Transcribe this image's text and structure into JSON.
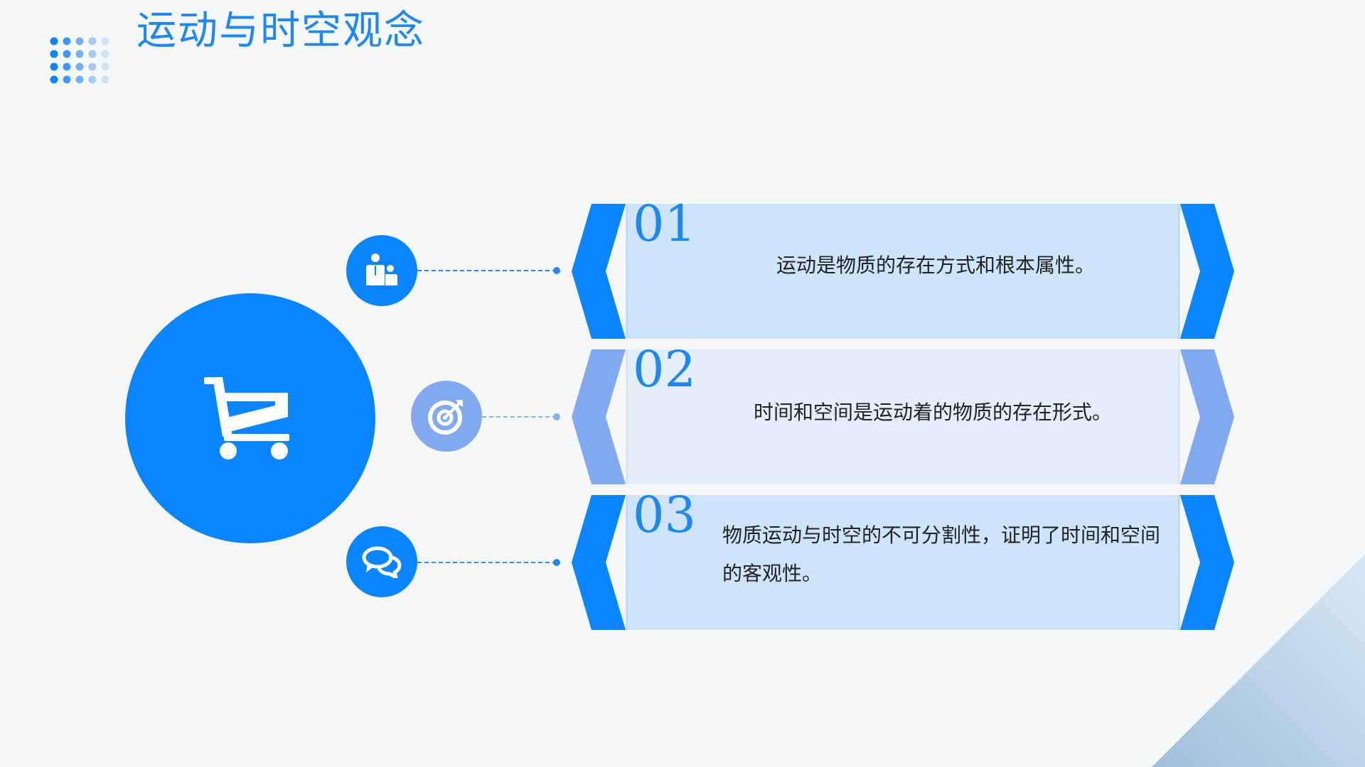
{
  "slide": {
    "title": "运动与时空观念"
  },
  "colors": {
    "primary": "#0a84ff",
    "secondary": "#82a9ee",
    "title": "#1e88f0",
    "panel_primary_bg": "#cde4fb",
    "panel_secondary_bg": "#e4eefb",
    "corner": "#a9c7e2"
  },
  "center_icon": "shopping-cart-icon",
  "items": [
    {
      "number": "01",
      "text": "运动是物质的存在方式和根本属性。",
      "icon": "people-icon"
    },
    {
      "number": "02",
      "text": "时间和空间是运动着的物质的存在形式。",
      "icon": "target-icon"
    },
    {
      "number": "03",
      "text": "物质运动与时空的不可分割性，证明了时间和空间的客观性。",
      "icon": "chat-bubbles-icon"
    }
  ]
}
